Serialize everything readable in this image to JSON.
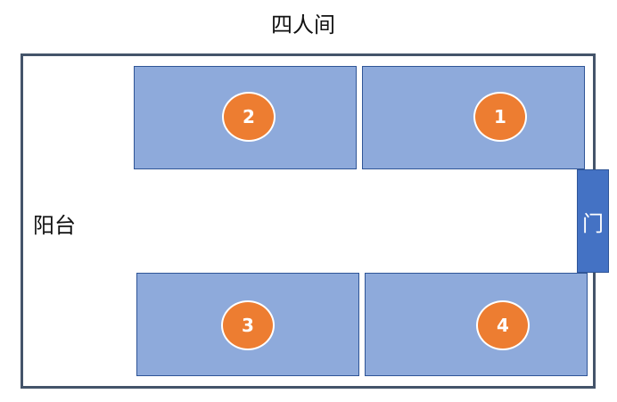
{
  "title": "四人间",
  "balcony_label": "阳台",
  "door_label": "门",
  "beds": [
    {
      "number": "1"
    },
    {
      "number": "2"
    },
    {
      "number": "3"
    },
    {
      "number": "4"
    }
  ],
  "colors": {
    "bed_fill": "#8eaadb",
    "bed_border": "#2f5597",
    "badge_fill": "#ed7d31",
    "door_fill": "#4472c4",
    "wall": "#44546a"
  }
}
